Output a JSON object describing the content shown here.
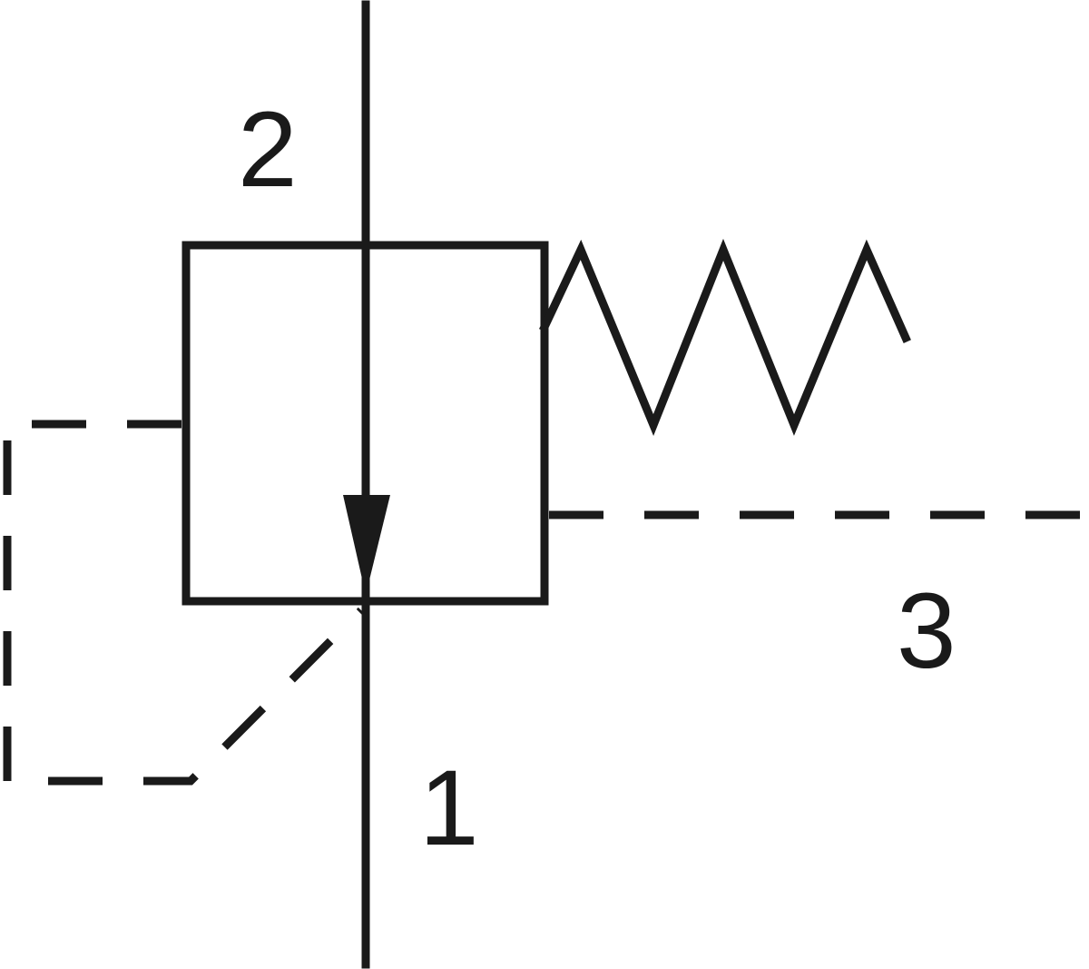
{
  "diagram": {
    "symbol": "pressure-reducing-valve",
    "ports": [
      {
        "id": "port-1",
        "label": "1"
      },
      {
        "id": "port-2",
        "label": "2"
      },
      {
        "id": "port-3",
        "label": "3"
      }
    ],
    "colors": {
      "line": "#1a1a1a",
      "background": "#ffffff"
    }
  }
}
